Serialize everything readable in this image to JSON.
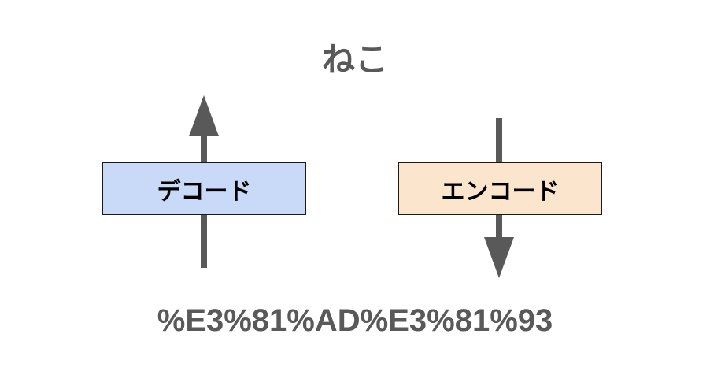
{
  "top_text": "ねこ",
  "bottom_text": "%E3%81%AD%E3%81%93",
  "decode_label": "デコード",
  "encode_label": "エンコード",
  "colors": {
    "decode_fill": "#c9daf8",
    "encode_fill": "#fce5cd",
    "arrow": "#595959",
    "text_gray": "#595959"
  }
}
